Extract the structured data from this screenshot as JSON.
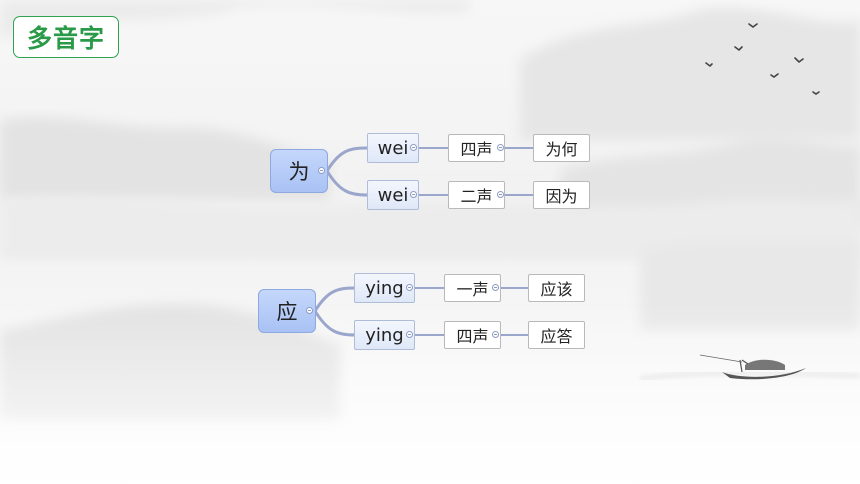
{
  "title": "多音字",
  "colors": {
    "title_border": "#2fa34f",
    "title_text": "#2a9a49",
    "root_fill": "#b3c9f6",
    "pinyin_fill": "#e6edfa",
    "connector": "#9aa6cc"
  },
  "icons": [
    "birds-icon",
    "fishing-boat-icon"
  ],
  "mindmaps": [
    {
      "root": "为",
      "branches": [
        {
          "pinyin": "wei",
          "tone": "四声",
          "word": "为何"
        },
        {
          "pinyin": "wei",
          "tone": "二声",
          "word": "因为"
        }
      ]
    },
    {
      "root": "应",
      "branches": [
        {
          "pinyin": "ying",
          "tone": "一声",
          "word": "应该"
        },
        {
          "pinyin": "ying",
          "tone": "四声",
          "word": "应答"
        }
      ]
    }
  ]
}
